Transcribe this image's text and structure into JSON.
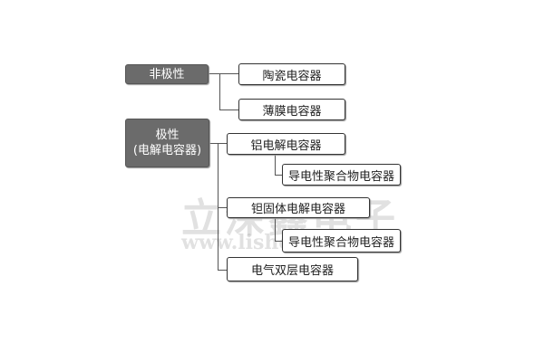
{
  "root_nonpolar": {
    "label": "非极性",
    "children": [
      "陶瓷电容器",
      "薄膜电容器"
    ]
  },
  "root_polar": {
    "label_line1": "极性",
    "label_line2": "(电解电容器)"
  },
  "polar_children": [
    {
      "label": "铝电解电容器",
      "child": "导电性聚合物电容器"
    },
    {
      "label": "钽固体电解电容器",
      "child": "导电性聚合物电容器"
    },
    {
      "label": "电气双层电容器"
    }
  ],
  "watermark": {
    "text": "立深鑫电子",
    "url": "www.lishen"
  },
  "colors": {
    "root_fill": "#6b6b6b",
    "border": "#333333"
  }
}
